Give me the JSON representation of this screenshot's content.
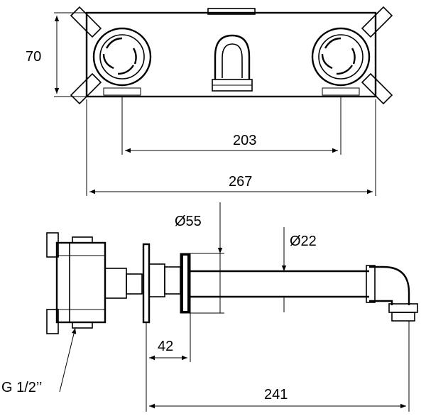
{
  "dimensions": {
    "height_front": "70",
    "spacing_controls": "203",
    "overall_width": "267",
    "diameter_rosette": "Ø55",
    "diameter_spout": "Ø22",
    "flange_offset": "42",
    "spout_projection": "241",
    "connection_thread": "G 1/2’’"
  }
}
